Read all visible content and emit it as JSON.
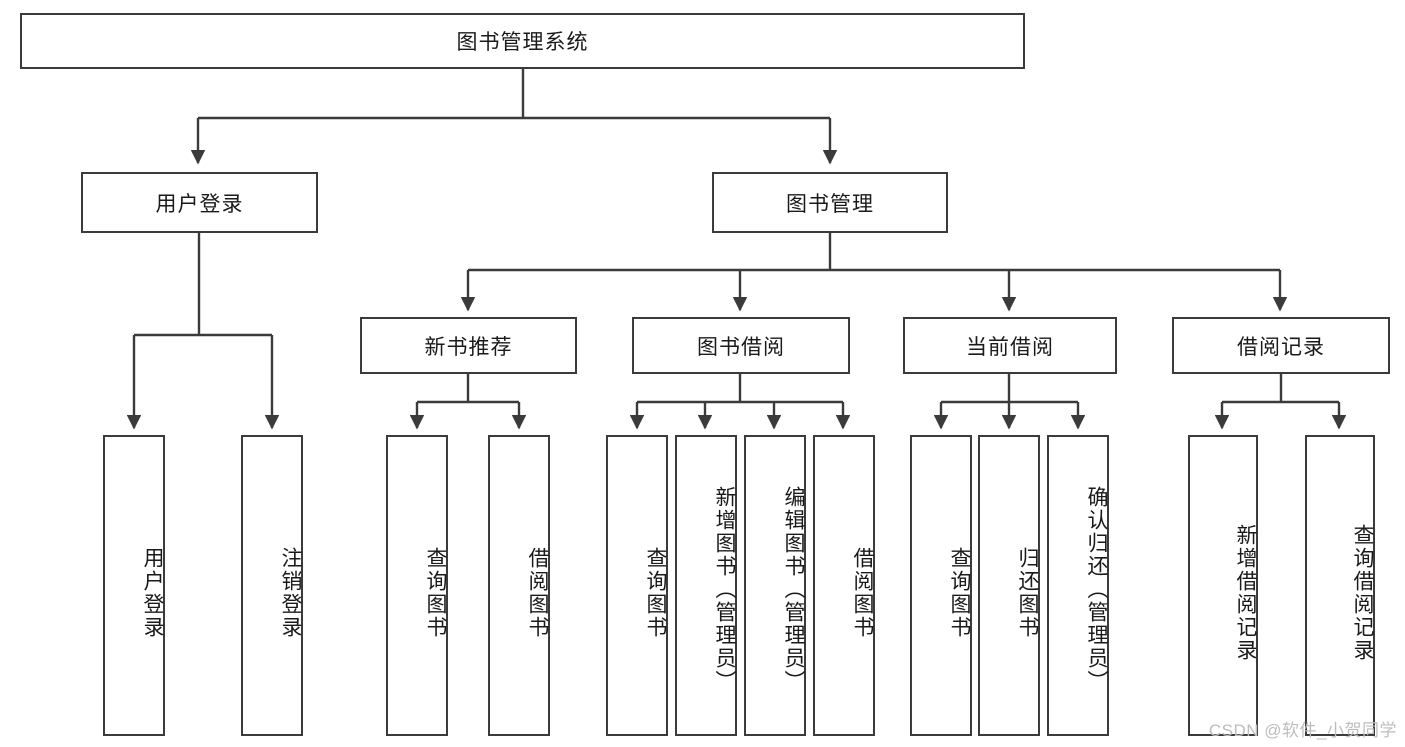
{
  "diagram": {
    "type": "tree",
    "title": "图书管理系统",
    "root": {
      "label": "图书管理系统"
    },
    "level2": [
      {
        "label": "用户登录"
      },
      {
        "label": "图书管理"
      }
    ],
    "level3": [
      {
        "label": "新书推荐",
        "parent": "图书管理"
      },
      {
        "label": "图书借阅",
        "parent": "图书管理"
      },
      {
        "label": "当前借阅",
        "parent": "图书管理"
      },
      {
        "label": "借阅记录",
        "parent": "图书管理"
      }
    ],
    "leaves": [
      {
        "label": "用户登录",
        "parent": "用户登录"
      },
      {
        "label": "注销登录",
        "parent": "用户登录"
      },
      {
        "label": "查询图书",
        "parent": "新书推荐"
      },
      {
        "label": "借阅图书",
        "parent": "新书推荐"
      },
      {
        "label": "查询图书",
        "parent": "图书借阅"
      },
      {
        "label": "新增图书（管理员）",
        "parent": "图书借阅"
      },
      {
        "label": "编辑图书（管理员）",
        "parent": "图书借阅"
      },
      {
        "label": "借阅图书",
        "parent": "图书借阅"
      },
      {
        "label": "查询图书",
        "parent": "当前借阅"
      },
      {
        "label": "归还图书",
        "parent": "当前借阅"
      },
      {
        "label": "确认归还（管理员）",
        "parent": "当前借阅"
      },
      {
        "label": "新增借阅记录",
        "parent": "借阅记录"
      },
      {
        "label": "查询借阅记录",
        "parent": "借阅记录"
      }
    ]
  },
  "watermark": {
    "text": "CSDN @软件_小贺同学"
  },
  "colors": {
    "stroke": "#3b3b3b",
    "background": "#ffffff",
    "text": "#1a1a1a",
    "watermark": "#bdbdbd"
  }
}
